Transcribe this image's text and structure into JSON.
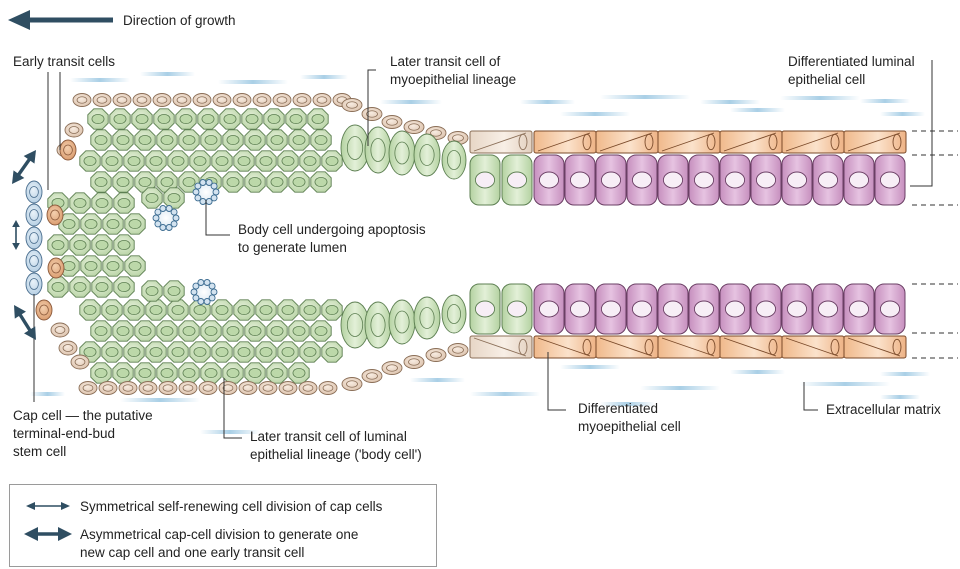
{
  "header": {
    "growth_direction": "Direction of growth"
  },
  "labels": {
    "early_transit": "Early transit cells",
    "later_transit_myo": [
      "Later transit cell of",
      "myoepithelial lineage"
    ],
    "differentiated_luminal": [
      "Differentiated luminal",
      "epithelial cell"
    ],
    "body_apoptosis": [
      "Body cell undergoing apoptosis",
      "to generate lumen"
    ],
    "cap_cell": [
      "Cap cell — the putative",
      "terminal-end-bud",
      "stem cell"
    ],
    "later_transit_luminal": [
      "Later transit cell of luminal",
      "epithelial lineage ('body cell')"
    ],
    "differentiated_myo": [
      "Differentiated",
      "myoepithelial cell"
    ],
    "extracellular_matrix": "Extracellular matrix"
  },
  "legend": {
    "symmetrical": "Symmetrical self-renewing cell division of cap cells",
    "asymmetrical": [
      "Asymmetrical cap-cell division to generate one",
      "new cap cell and one early transit cell"
    ]
  },
  "colors": {
    "body_green": "#cfe3bf",
    "body_green_dark": "#6f9a63",
    "cap_cell_blue": "#cfe0ee",
    "outer_cell_tan": "#ecd7c4",
    "early_transit_orange": "#e7b48c",
    "luminal_purple": "#d7a8d0",
    "myoepithelial_orange": "#f4c69f",
    "matrix_blue": "#a9cfe6",
    "arrow_navy": "#2f4e62"
  }
}
